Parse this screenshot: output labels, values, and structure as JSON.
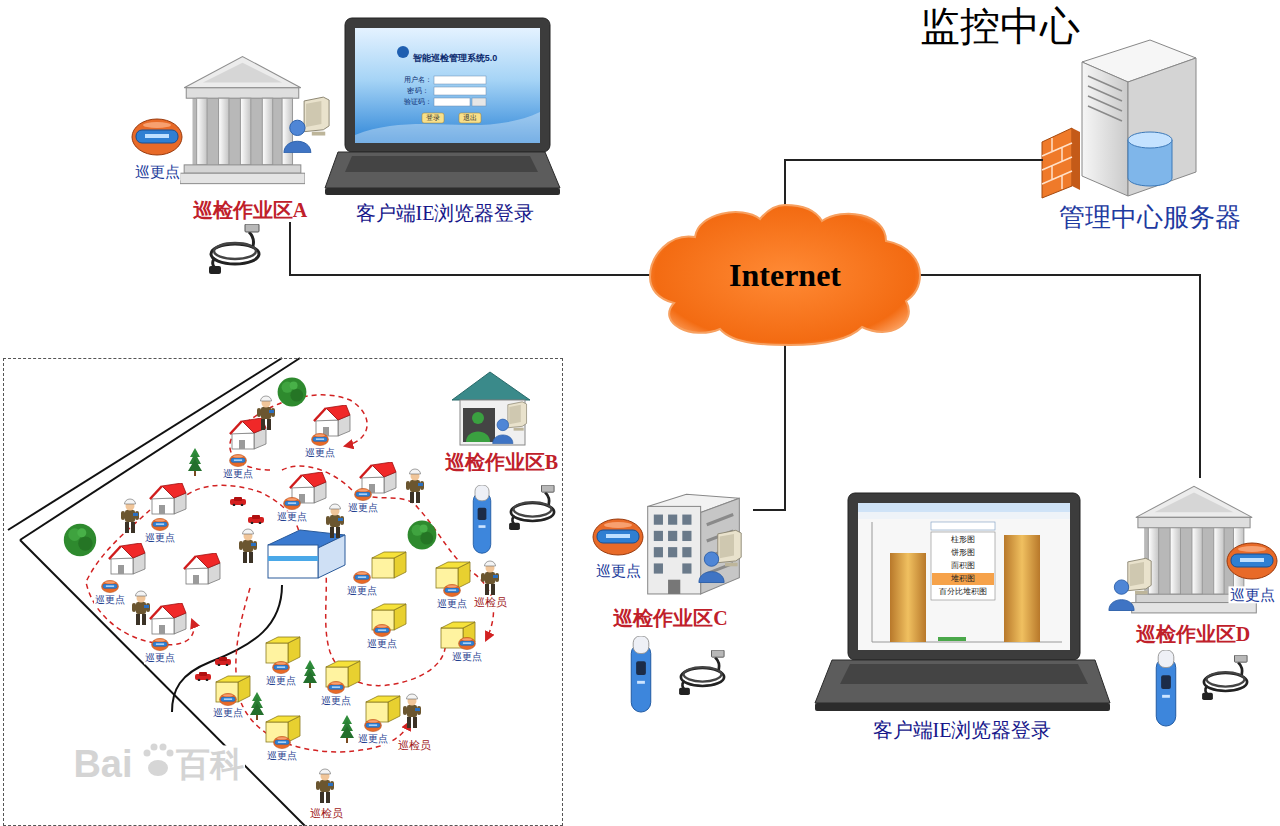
{
  "diagram": {
    "title": "监控中心",
    "nodes": [
      {
        "text": [
          "巡检作业区A"
        ]
      },
      {
        "text": [
          "管理中心服务器"
        ]
      },
      {
        "text": [
          "Internet"
        ]
      },
      {
        "text": [
          "巡检作业区B"
        ]
      },
      {
        "text": [
          "巡检作业区C"
        ]
      },
      {
        "text": [
          "巡检作业区D"
        ]
      }
    ],
    "edges": [
      {
        "from": 2,
        "to": 0,
        "arrow": "none"
      },
      {
        "from": 2,
        "to": 1,
        "arrow": "none"
      },
      {
        "from": 2,
        "to": 4,
        "arrow": "none"
      },
      {
        "from": 2,
        "to": 5,
        "arrow": "none"
      }
    ],
    "labels": [
      "客户端IE浏览器登录",
      "智能巡检管理系统5.0",
      "用户名：",
      "密 码：",
      "验证码：",
      "登录",
      "退出",
      "巡更点",
      "客户端IE浏览器登录",
      "柱形图",
      "饼形图",
      "面积图",
      "堆积图",
      "百分比堆积图",
      "巡更点",
      "巡更点",
      "巡更点",
      "巡更点",
      "巡更点",
      "巡更点",
      "巡更点",
      "巡更点",
      "巡更点",
      "巡更点",
      "巡更点",
      "巡更点",
      "巡更点",
      "巡更点",
      "巡更点",
      "巡更点",
      "巡更点",
      "巡更点",
      "巡检员",
      "巡检员",
      "巡检员",
      "Bai",
      "百科"
    ]
  }
}
